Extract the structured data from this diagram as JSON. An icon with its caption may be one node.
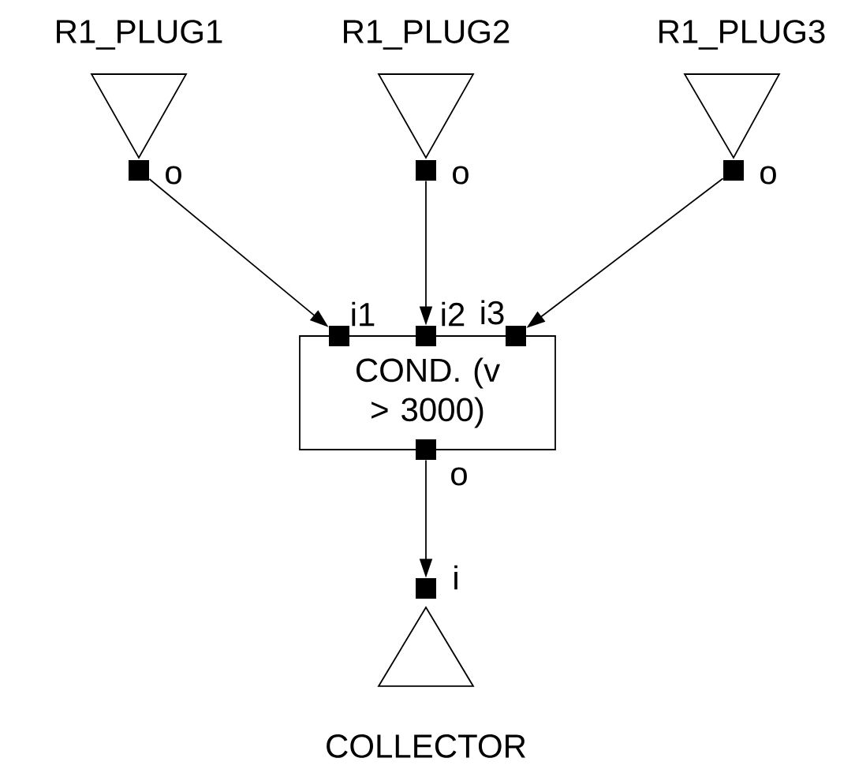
{
  "diagram": {
    "nodes": [
      {
        "text": [
          "R1_PLUG1"
        ]
      },
      {
        "text": [],
        "shape": "box",
        "beside": [
          "o"
        ]
      },
      {
        "text": [
          "R1_PLUG2"
        ]
      },
      {
        "text": [],
        "shape": "box",
        "beside": [
          "o"
        ]
      },
      {
        "text": [
          "R1_PLUG3"
        ]
      },
      {
        "text": [],
        "shape": "box",
        "beside": [
          "o"
        ]
      },
      {
        "text": [
          "COND. (v > 3000)"
        ]
      },
      {
        "text": [],
        "shape": "box",
        "beside": [
          "i1"
        ]
      },
      {
        "text": [],
        "shape": "box",
        "beside": [
          "i2"
        ]
      },
      {
        "text": [],
        "shape": "box",
        "beside": [
          "i3"
        ]
      },
      {
        "text": [],
        "shape": "box",
        "beside": [
          "o"
        ]
      },
      {
        "text": [],
        "shape": "box",
        "beside": [
          "i"
        ]
      },
      {
        "text": [
          "COLLECTOR"
        ]
      }
    ],
    "edges": [
      {
        "from": 1,
        "to": 7,
        "arrow": "to"
      },
      {
        "from": 3,
        "to": 8,
        "arrow": "to"
      },
      {
        "from": 5,
        "to": 9,
        "arrow": "to"
      },
      {
        "from": 10,
        "to": 11,
        "arrow": "to"
      }
    ]
  }
}
